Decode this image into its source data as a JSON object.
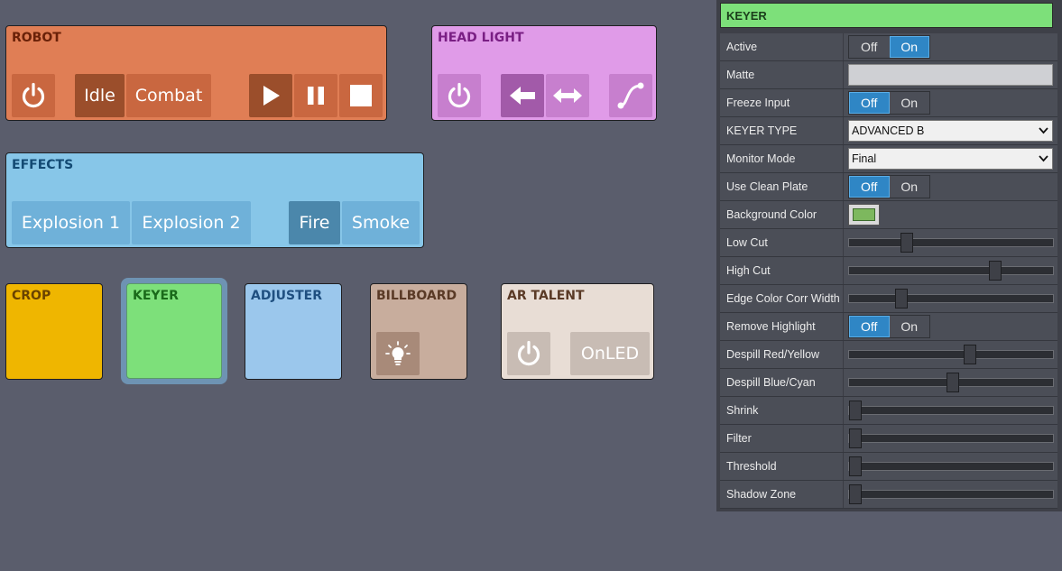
{
  "robot": {
    "title": "ROBOT",
    "idle": "Idle",
    "combat": "Combat",
    "icons": [
      "power-icon",
      "play-icon",
      "pause-icon",
      "stop-icon"
    ]
  },
  "headlight": {
    "title": "HEAD LIGHT",
    "icons": [
      "power-icon",
      "arrow-left-icon",
      "arrow-left-right-icon",
      "curve-icon"
    ]
  },
  "effects": {
    "title": "EFFECTS",
    "buttons": [
      "Explosion 1",
      "Explosion 2",
      "Fire",
      "Smoke"
    ]
  },
  "crop": {
    "title": "CROP"
  },
  "keyer_tile": {
    "title": "KEYER"
  },
  "adjuster": {
    "title": "ADJUSTER"
  },
  "billboard": {
    "title": "BILLBOARD",
    "icons": [
      "lightbulb-icon"
    ]
  },
  "artalent": {
    "title": "AR TALENT",
    "onled": "OnLED",
    "icons": [
      "power-icon"
    ]
  },
  "colors": {
    "robot": "#e07e55",
    "headlight": "#e09be8",
    "effects": "#87c6e8",
    "crop": "#efb600",
    "keyer": "#7de07a",
    "adjuster": "#9bc7ec",
    "billboard": "#c8ad9d",
    "artalent": "#e8ddd5",
    "toggle_on": "#2f86c5"
  },
  "panel": {
    "title": "KEYER",
    "off": "Off",
    "on": "On",
    "rows": [
      {
        "label": "Active",
        "type": "toggle",
        "state": "on"
      },
      {
        "label": "Matte",
        "type": "text",
        "value": ""
      },
      {
        "label": "Freeze Input",
        "type": "toggle",
        "state": "off"
      },
      {
        "label": "KEYER TYPE",
        "type": "select",
        "value": "ADVANCED B"
      },
      {
        "label": "Monitor Mode",
        "type": "select",
        "value": "Final"
      },
      {
        "label": "Use Clean Plate",
        "type": "toggle",
        "state": "off"
      },
      {
        "label": "Background Color",
        "type": "color",
        "value": "#7db85e"
      },
      {
        "label": "Low Cut",
        "type": "slider",
        "value": 0.27
      },
      {
        "label": "High Cut",
        "type": "slider",
        "value": 0.73
      },
      {
        "label": "Edge Color Corr Width",
        "type": "slider",
        "value": 0.24
      },
      {
        "label": "Remove Highlight",
        "type": "toggle",
        "state": "off"
      },
      {
        "label": "Despill Red/Yellow",
        "type": "slider",
        "value": 0.6
      },
      {
        "label": "Despill Blue/Cyan",
        "type": "slider",
        "value": 0.51
      },
      {
        "label": "Shrink",
        "type": "slider",
        "value": 0.0
      },
      {
        "label": "Filter",
        "type": "slider",
        "value": 0.0
      },
      {
        "label": "Threshold",
        "type": "slider",
        "value": 0.0
      },
      {
        "label": "Shadow Zone",
        "type": "slider",
        "value": 0.0
      }
    ]
  }
}
